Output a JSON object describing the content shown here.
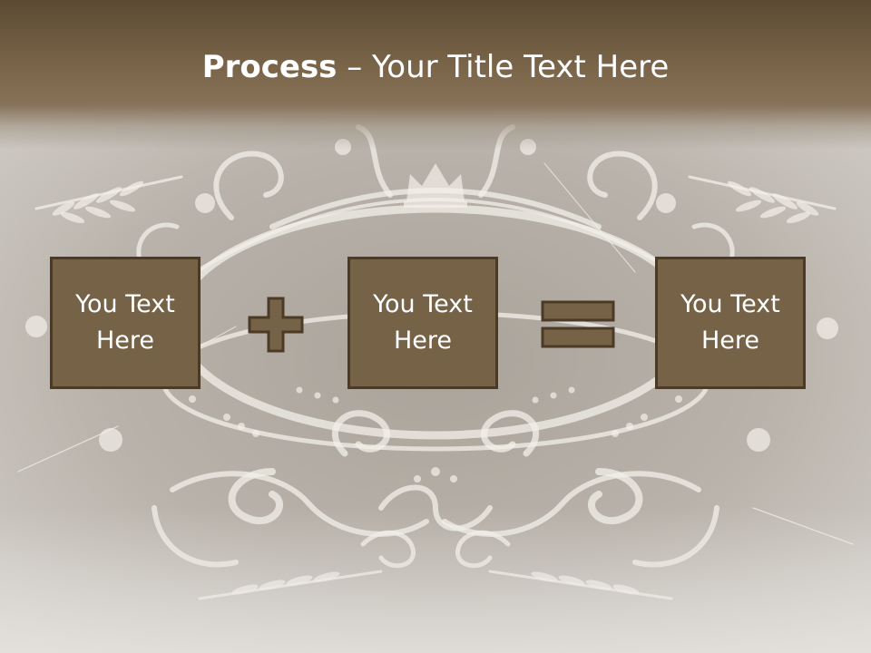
{
  "slide": {
    "title_bold": "Process",
    "title_rest": " – Your Title Text Here",
    "boxes": [
      {
        "text": "You Text Here"
      },
      {
        "text": "You Text Here"
      },
      {
        "text": "You Text Here"
      }
    ],
    "operators": [
      "plus-icon",
      "equals-icon"
    ],
    "colors": {
      "header": "#7a6549",
      "box_fill": "#756247",
      "box_border": "#4a3a26",
      "background": "#b7b1a8",
      "ornament": "#f2efe9"
    }
  }
}
